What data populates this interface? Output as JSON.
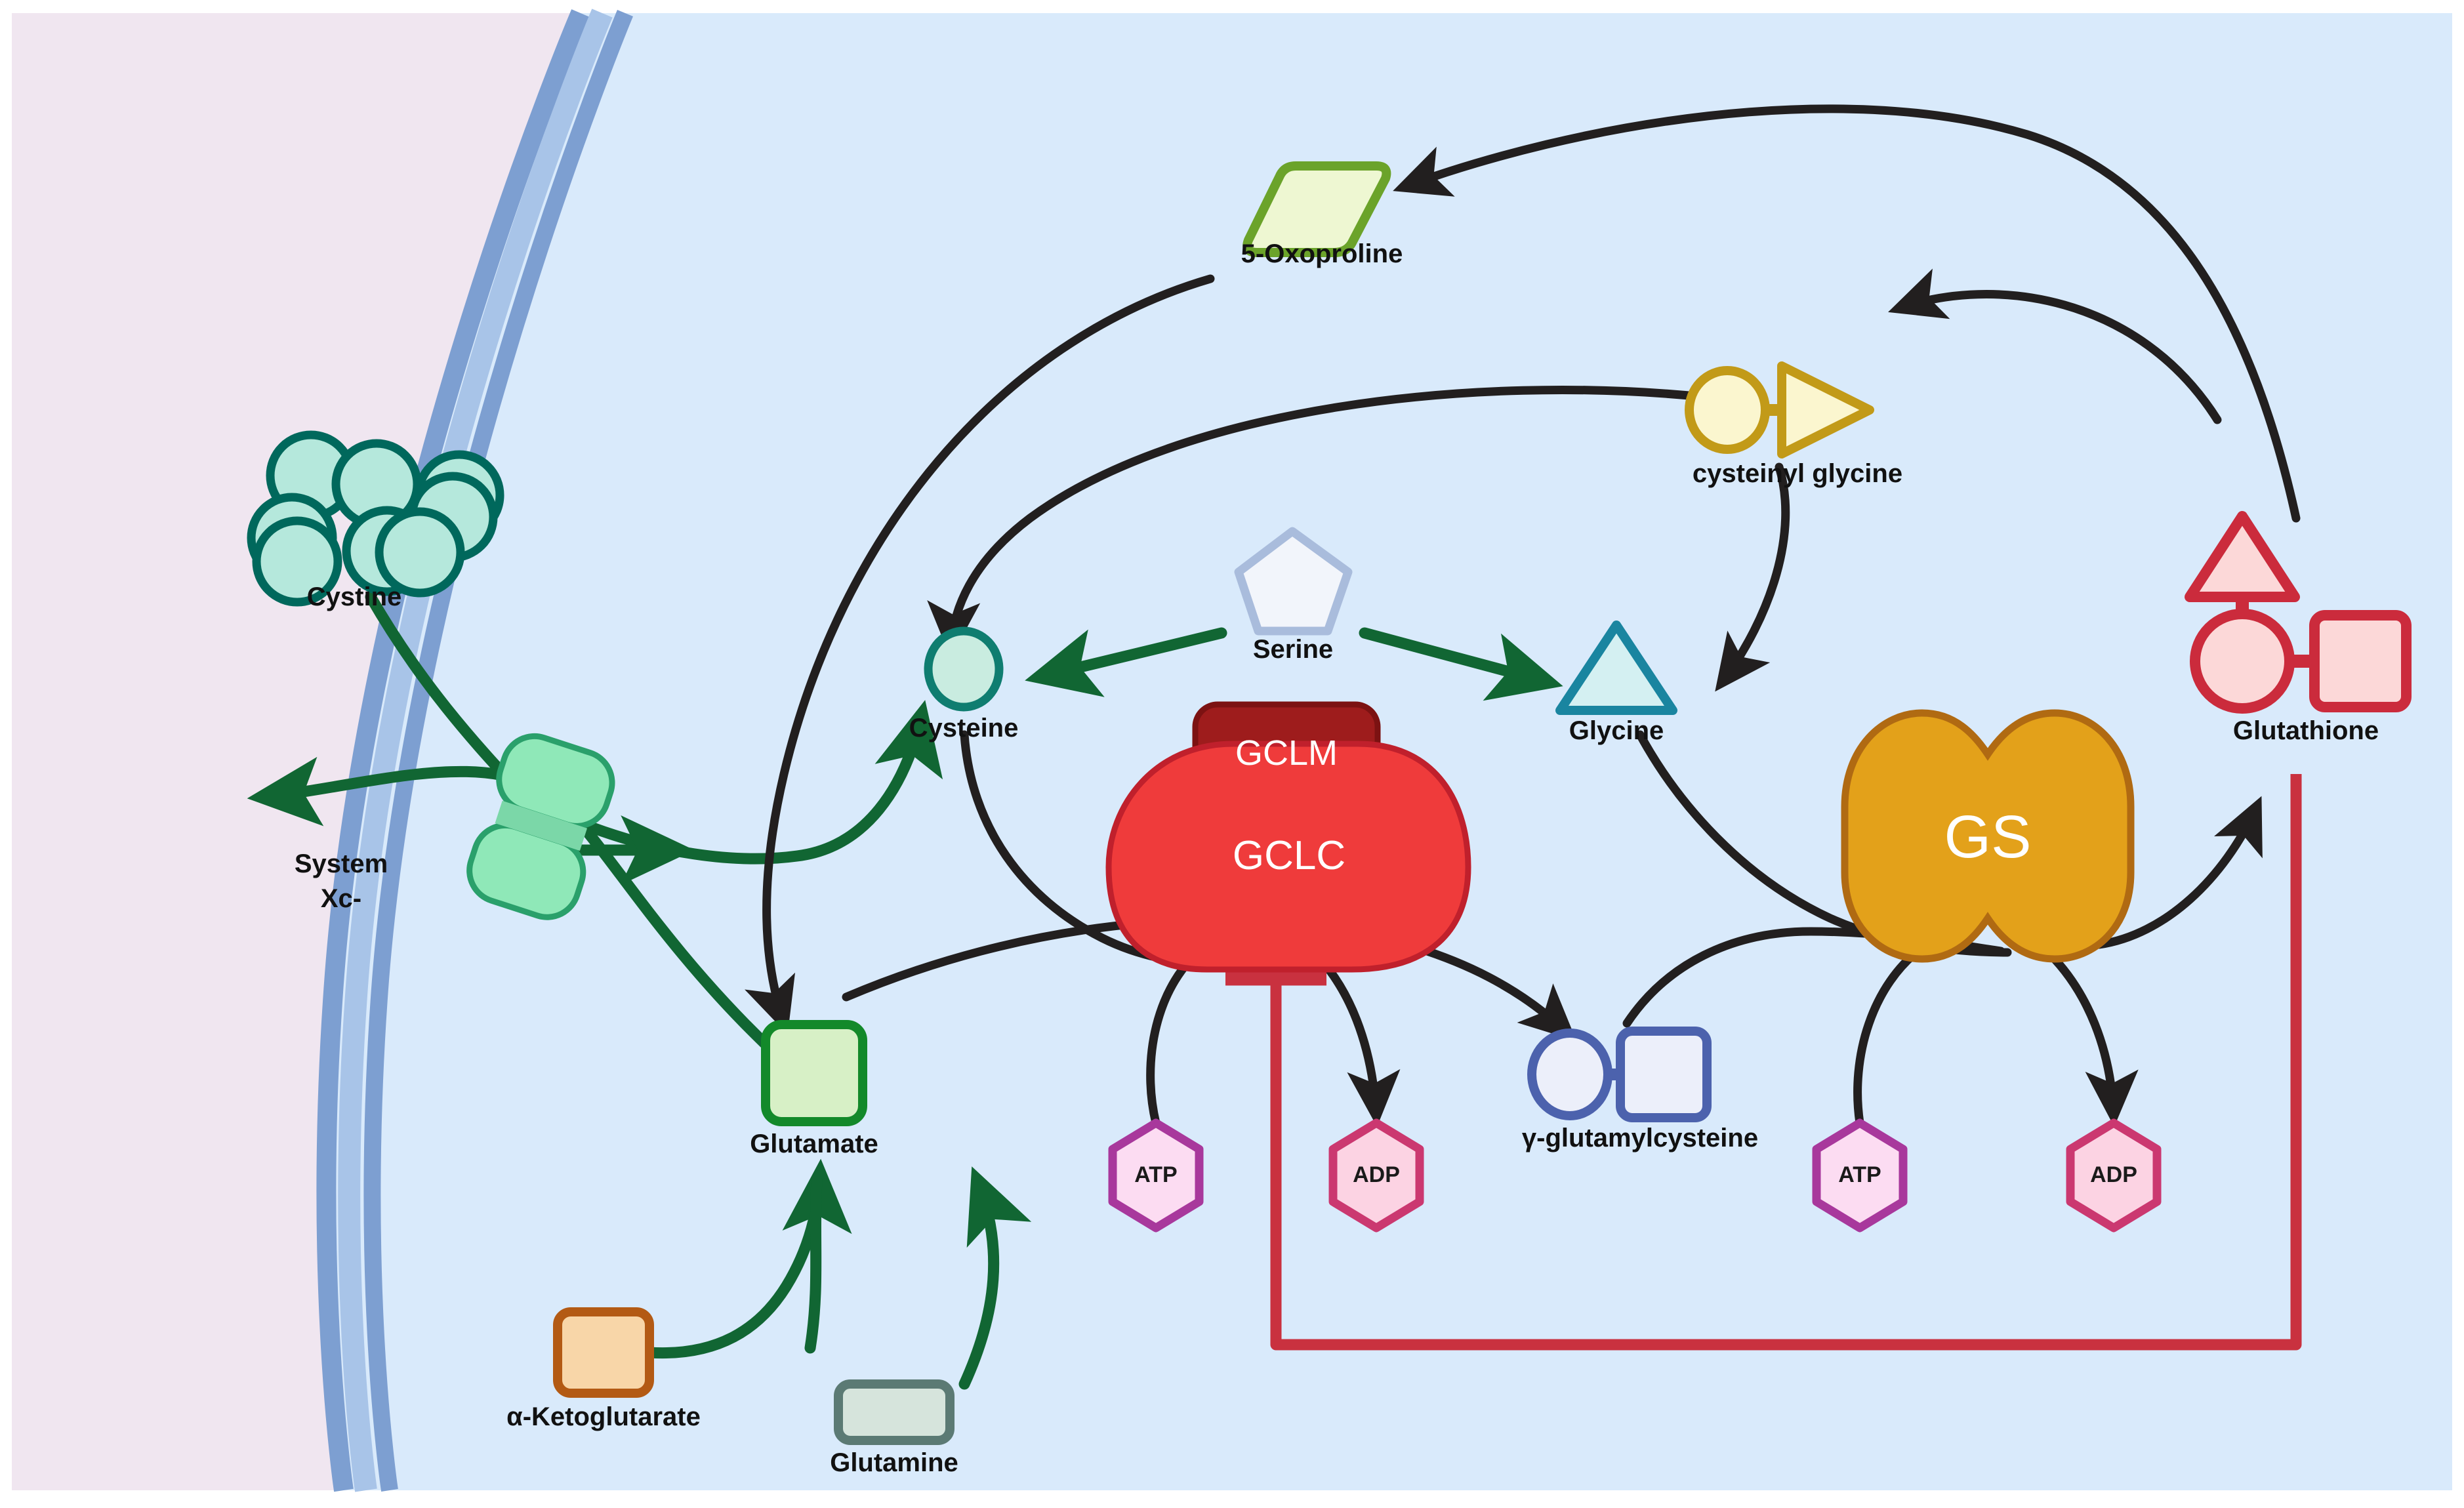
{
  "figure": {
    "title": "Glutathione synthesis and the gamma-glutamyl cycle in a cell",
    "compartments": {
      "extracellular_label": "",
      "intracellular_label": ""
    }
  },
  "colors": {
    "extracellular_bg": "#f0e6f0",
    "cytosol_bg": "#d9eafb",
    "membrane_outer": "#7d9fd1",
    "membrane_mid": "#a8c4e8",
    "membrane_inner": "#7d9fd1",
    "green_arrow": "#116633",
    "black_arrow": "#221f1f",
    "inhibition_red": "#c9313f",
    "cystine_fill": "#b5e8dc",
    "cystine_stroke": "#00685c",
    "transporter_fill": "#8fe8b8",
    "transporter_stroke": "#2aa06b",
    "glutamate_fill": "#d7f0c6",
    "glutamate_stroke": "#13892a",
    "oxoproline_fill": "#eef7d2",
    "oxoproline_stroke": "#6ba32a",
    "cysteine_fill": "#c9ece0",
    "cysteine_stroke": "#0f7d70",
    "serine_fill": "#f2f5fb",
    "serine_stroke": "#a9bcdc",
    "glycine_fill": "#d4f0f2",
    "glycine_stroke": "#1a85a0",
    "cysgly_fill": "#fbf6cf",
    "cysgly_stroke": "#c29a18",
    "ggc_fill": "#eceffa",
    "ggc_stroke": "#4c62ad",
    "glutathione_fill": "#fcd8d8",
    "glutathione_stroke": "#cb2b3c",
    "gclm_fill": "#9e1c1c",
    "gclm_stroke": "#7c1212",
    "gclc_fill": "#ef3b3b",
    "gclc_stroke": "#c0202c",
    "gs_fill": "#e3a11a",
    "gs_stroke": "#b06a12",
    "atp_fill": "#fcdcf2",
    "atp_stroke": "#a8389c",
    "adp_fill": "#fcd3e3",
    "adp_stroke": "#cb3870",
    "ketoglutarate_fill": "#f8d6a8",
    "ketoglutarate_stroke": "#b35a14",
    "glutamine_fill": "#d6e4dc",
    "glutamine_stroke": "#5b7a74"
  },
  "metabolites": [
    {
      "id": "cystine",
      "label": "Cystine",
      "shape": "circle-cluster",
      "location": "extracellular"
    },
    {
      "id": "glutamate",
      "label": "Glutamate",
      "shape": "rounded-square",
      "location": "cytosol"
    },
    {
      "id": "oxoproline",
      "label": "5-Oxoproline",
      "shape": "parallelogram",
      "location": "cytosol"
    },
    {
      "id": "cysteine",
      "label": "Cysteine",
      "shape": "circle",
      "location": "cytosol"
    },
    {
      "id": "serine",
      "label": "Serine",
      "shape": "pentagon",
      "location": "cytosol"
    },
    {
      "id": "glycine",
      "label": "Glycine",
      "shape": "triangle",
      "location": "cytosol"
    },
    {
      "id": "cysteinyl-glycine",
      "label": "cysteinyl glycine",
      "shape": "circle-arrow",
      "location": "cytosol"
    },
    {
      "id": "gamma-glutamylcysteine",
      "label": "γ-glutamylcysteine",
      "shape": "circle-square",
      "location": "cytosol"
    },
    {
      "id": "glutathione",
      "label": "Glutathione",
      "shape": "triangle-circle-square",
      "location": "cytosol"
    },
    {
      "id": "alpha-ketoglutarate",
      "label": "α-Ketoglutarate",
      "shape": "rounded-rect",
      "location": "cytosol"
    },
    {
      "id": "glutamine",
      "label": "Glutamine",
      "shape": "rounded-rect",
      "location": "cytosol"
    }
  ],
  "enzymes": [
    {
      "id": "gclm",
      "label": "GCLM",
      "shape": "rounded-rect",
      "fill": "#9e1c1c"
    },
    {
      "id": "gclc",
      "label": "GCLC",
      "shape": "blob",
      "fill": "#ef3b3b"
    },
    {
      "id": "gs",
      "label": "GS",
      "shape": "double-lobe",
      "fill": "#e3a11a"
    }
  ],
  "transporters": [
    {
      "id": "system-xc",
      "label": "System\nXc-",
      "label_line1": "System",
      "label_line2": "Xc-"
    }
  ],
  "cofactors": [
    {
      "id": "atp-gclc",
      "label": "ATP",
      "shape": "hexagon",
      "near": "gclc"
    },
    {
      "id": "adp-gclc",
      "label": "ADP",
      "shape": "hexagon",
      "near": "gclc"
    },
    {
      "id": "atp-gs",
      "label": "ATP",
      "shape": "hexagon",
      "near": "gs"
    },
    {
      "id": "adp-gs",
      "label": "ADP",
      "shape": "hexagon",
      "near": "gs"
    }
  ],
  "edges": [
    {
      "from": "cystine",
      "to": "system-xc",
      "type": "green-arrow"
    },
    {
      "from": "system-xc",
      "to": "cysteine",
      "type": "green-arrow"
    },
    {
      "from": "glutamate",
      "to": "system-xc",
      "type": "green-arrow"
    },
    {
      "from": "serine",
      "to": "cysteine",
      "type": "green-arrow"
    },
    {
      "from": "serine",
      "to": "glycine",
      "type": "green-arrow"
    },
    {
      "from": "alpha-ketoglutarate",
      "to": "glutamate",
      "type": "green-arrow"
    },
    {
      "from": "glutamine",
      "to": "glutamate",
      "type": "green-arrow"
    },
    {
      "from": "oxoproline",
      "to": "glutamate",
      "type": "black-arrow"
    },
    {
      "from": "cysteinyl-glycine",
      "to": "cysteine",
      "type": "black-arrow"
    },
    {
      "from": "cysteinyl-glycine",
      "to": "glycine",
      "type": "black-arrow"
    },
    {
      "from": "glutathione",
      "to": "oxoproline",
      "type": "black-arrow"
    },
    {
      "from": "glutathione",
      "to": "cysteinyl-glycine",
      "type": "black-arrow"
    },
    {
      "from": "glutamate",
      "to": "gamma-glutamylcysteine",
      "type": "black-arrow",
      "via": "gclc"
    },
    {
      "from": "cysteine",
      "to": "gamma-glutamylcysteine",
      "type": "black-arrow",
      "via": "gclc"
    },
    {
      "from": "atp-gclc",
      "to": "adp-gclc",
      "type": "black-arrow",
      "via": "gclc"
    },
    {
      "from": "gamma-glutamylcysteine",
      "to": "glutathione",
      "type": "black-arrow",
      "via": "gs"
    },
    {
      "from": "glycine",
      "to": "glutathione",
      "type": "black-arrow",
      "via": "gs"
    },
    {
      "from": "atp-gs",
      "to": "adp-gs",
      "type": "black-arrow",
      "via": "gs"
    },
    {
      "from": "glutathione",
      "to": "gclc",
      "type": "inhibition"
    }
  ]
}
